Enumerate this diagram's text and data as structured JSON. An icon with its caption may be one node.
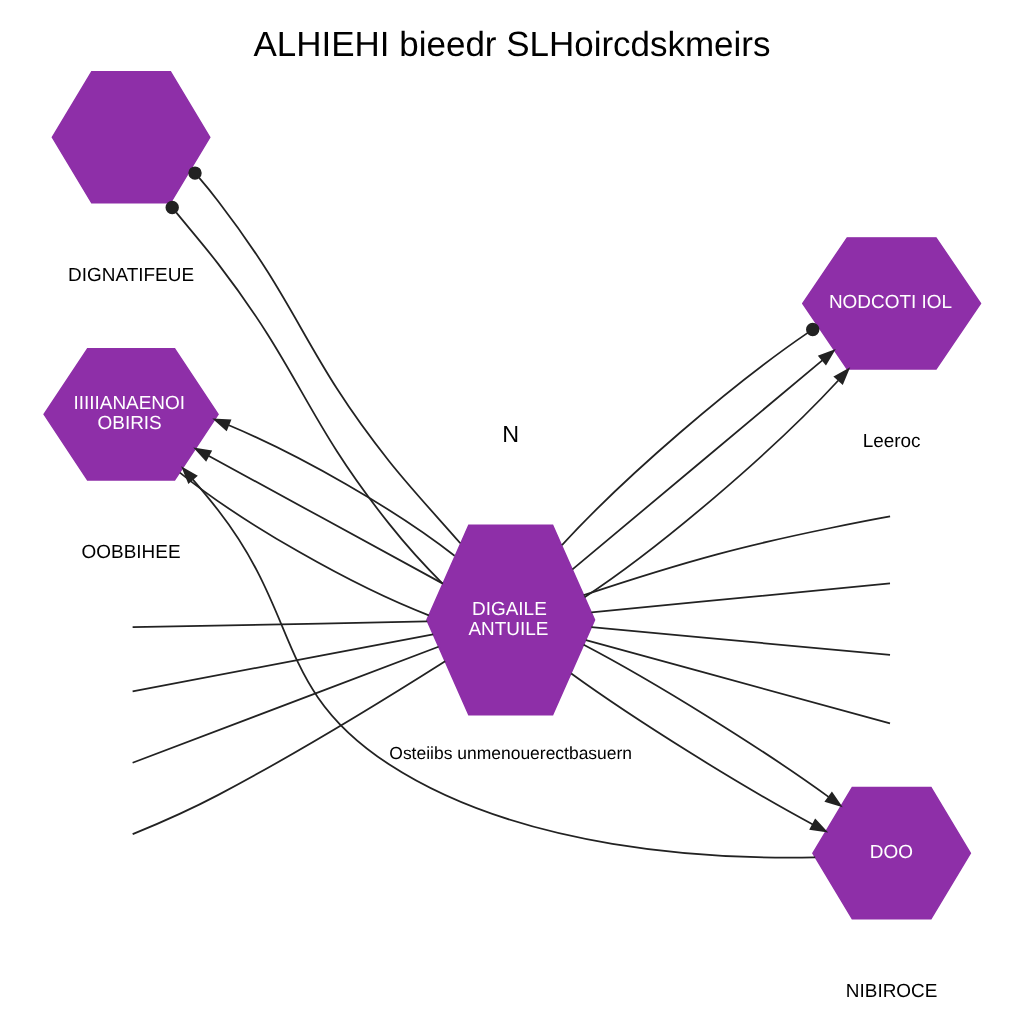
{
  "diagram": {
    "title": "ALHIEHI bieedr SLHoircdskmeirs",
    "nodes": [
      {
        "text": [],
        "shape": "hexagon",
        "beside": [
          "DIGNATIFEUE"
        ]
      },
      {
        "text": [
          "NODCOTI IOL"
        ],
        "beside": [
          "Leeroc"
        ]
      },
      {
        "text": [
          "DIGAILE ANTUILE"
        ]
      },
      {
        "text": [
          "IIIIIANAENOI OBIRIS"
        ],
        "beside": [
          "OOBBIHEE"
        ]
      },
      {
        "text": [
          "DOO"
        ],
        "beside": [
          "NIBIROCE"
        ]
      }
    ],
    "edges": [
      {
        "from": 0,
        "to": 2,
        "arrow": "other"
      },
      {
        "from": 0,
        "to": 2,
        "arrow": "other"
      },
      {
        "from": 2,
        "to": 1,
        "arrow": "to"
      },
      {
        "from": 2,
        "to": 1,
        "arrow": "to"
      },
      {
        "from": 1,
        "to": 2,
        "arrow": "other"
      },
      {
        "from": 2,
        "to": 3,
        "arrow": "to"
      },
      {
        "from": 2,
        "to": 3,
        "arrow": "to"
      },
      {
        "from": 3,
        "to": 2,
        "arrow": "none"
      },
      {
        "from": 2,
        "to": 4,
        "arrow": "to"
      },
      {
        "from": 2,
        "to": 4,
        "arrow": "to"
      },
      {
        "from": 4,
        "to": 3,
        "arrow": "to",
        "label": "Osteiibs unmenouerectbasuern"
      },
      {
        "from": null,
        "to": 2,
        "arrow": "none"
      },
      {
        "from": null,
        "to": 2,
        "arrow": "none"
      },
      {
        "from": null,
        "to": 2,
        "arrow": "none"
      },
      {
        "from": null,
        "to": 2,
        "arrow": "none"
      },
      {
        "from": 2,
        "to": null,
        "arrow": "none"
      },
      {
        "from": 2,
        "to": null,
        "arrow": "none"
      },
      {
        "from": 2,
        "to": null,
        "arrow": "none"
      },
      {
        "from": 2,
        "to": null,
        "arrow": "none"
      }
    ],
    "labels": [
      "N"
    ]
  }
}
